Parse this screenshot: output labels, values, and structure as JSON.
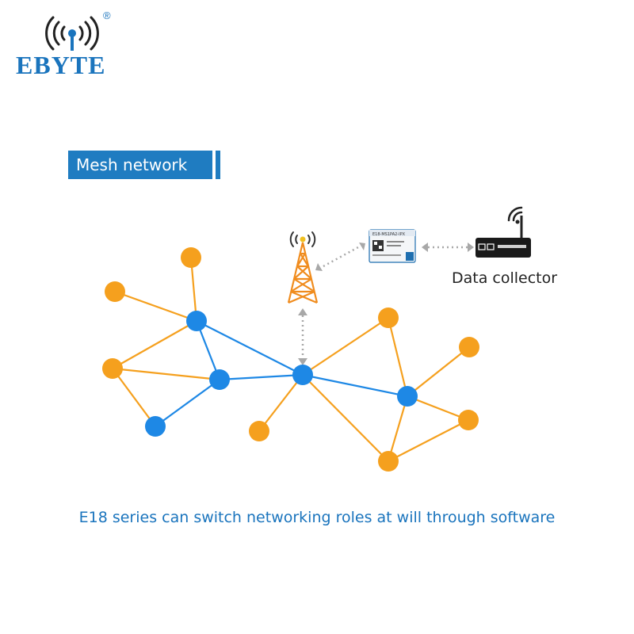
{
  "brand": {
    "name": "EBYTE",
    "registered": "®"
  },
  "section": {
    "title": "Mesh network"
  },
  "collector": {
    "label": "Data collector"
  },
  "caption": "E18 series can switch networking roles at will through software",
  "module": {
    "label": "E18-MS1PA2-IPX"
  },
  "colors": {
    "brand_blue": "#1a74bd",
    "router_node": "#1e88e5",
    "end_node": "#f5a01e",
    "tower": "#f08c1e",
    "link_orange": "#f5a01e",
    "link_blue": "#1e88e5"
  },
  "icons": [
    "wifi-signal-icon",
    "radio-tower-icon",
    "zigbee-module-icon",
    "data-collector-icon"
  ]
}
